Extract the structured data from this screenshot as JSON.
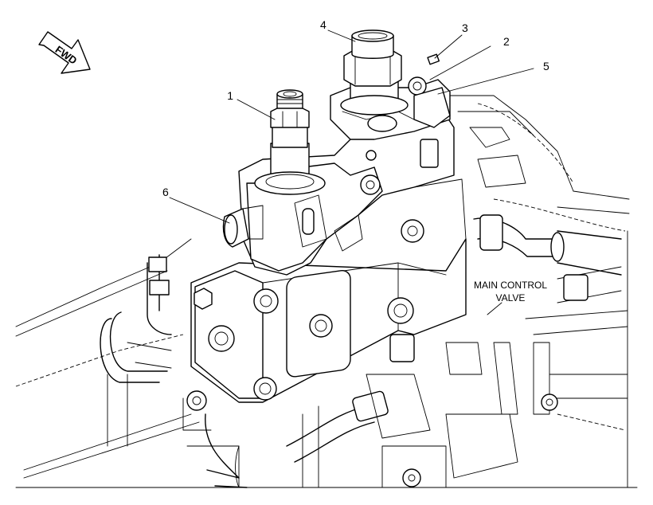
{
  "diagram": {
    "direction_arrow": {
      "label": "FWD"
    },
    "callouts": [
      {
        "number": "1"
      },
      {
        "number": "2"
      },
      {
        "number": "3"
      },
      {
        "number": "4"
      },
      {
        "number": "5"
      },
      {
        "number": "6"
      }
    ],
    "component_caption": {
      "line1": "MAIN CONTROL",
      "line2": "VALVE"
    }
  }
}
